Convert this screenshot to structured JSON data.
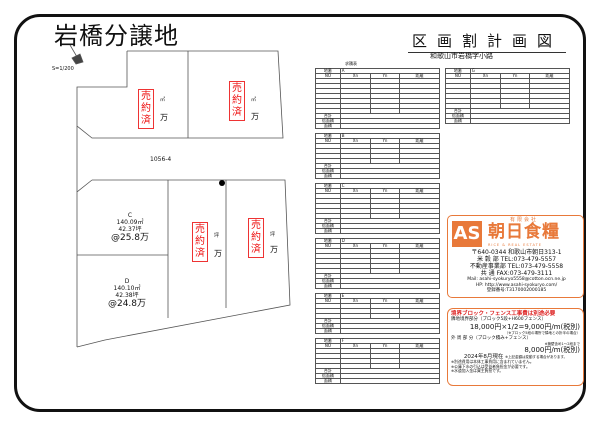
{
  "title": "岩橋分譲地",
  "document": {
    "title": "区画割計画図",
    "subtitle": "和歌山市岩橋字小路",
    "scale": "S=1/200"
  },
  "map": {
    "road_label": "1056-4",
    "sold_stamp": "売約済",
    "sold_fragments": {
      "sqm": "㎡",
      "tsubo": "坪",
      "at": "@",
      "man": "万"
    },
    "lots": [
      {
        "id": "C",
        "area_sqm": "140.09㎡",
        "area_tsubo": "42.37坪",
        "price": "@25.8万"
      },
      {
        "id": "D",
        "area_sqm": "140.10㎡",
        "area_tsubo": "42.38坪",
        "price": "@24.8万"
      }
    ]
  },
  "tables": {
    "caption": "求積表",
    "headers": {
      "chiban": "地番",
      "no": "NO",
      "xn": "Xn",
      "yn": "Yn",
      "dist": "距離",
      "total": "合計",
      "area2": "倍面積",
      "area": "面積"
    },
    "ids": [
      "A",
      "B",
      "C",
      "D",
      "E",
      "F",
      "G"
    ]
  },
  "company": {
    "type": "有限会社",
    "name": "朝日食糧",
    "sub": "RICE & REAL ESTATE",
    "address": "〒640-0344 和歌山市朝日313-1",
    "tel1": "米 穀 部 TEL:073-479-5557",
    "tel2": "不動産事業部 TEL:073-479-5558",
    "fax": "共 通 FAX:073-479-3111",
    "mail": "Mail: asahi-syokuryo5558@cotton.ocn.ne.jp",
    "hp": "HP: http://www.asahi-syokuryo.com/",
    "reg": "登録番号:T3170002000185",
    "accent": "#e8793a"
  },
  "notes": {
    "heading": "境界ブロック・フェンス工事費は別途必要",
    "line1": "隣地境界部分（ブロック5段+H600フェンス）",
    "price1": "18,000円×1/2=9,000円/m(税別)",
    "line1b": "（※ブロック5段の場所で隣地との折半の場合）",
    "line2": "外 周 部 分（ブロック積み+フェンス）",
    "line2b": "※擁壁含め1～2段まで",
    "price2": "8,000円/m(税別)",
    "date": "2024年8月現在",
    "date_note": "※上記金額は変動する場合があります。",
    "n1": "※別途費用は本体工事費用に含まれていません。",
    "n2": "※公庫下水の引込は受益者負担金が必要です。",
    "n3": "※水道加入金は買主負担です。"
  }
}
